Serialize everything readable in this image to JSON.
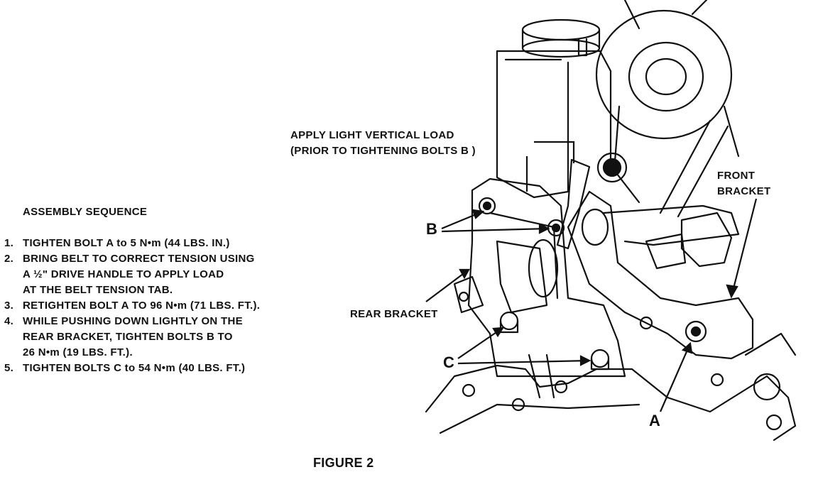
{
  "heading": "ASSEMBLY SEQUENCE",
  "steps": [
    {
      "num": "1.",
      "lines": [
        "TIGHTEN BOLT  A  to 5 N•m (44 LBS. IN.)"
      ]
    },
    {
      "num": "2.",
      "lines": [
        "BRING BELT TO CORRECT TENSION USING",
        "A ½\" DRIVE HANDLE TO APPLY LOAD",
        "AT THE BELT TENSION TAB."
      ]
    },
    {
      "num": "3.",
      "lines": [
        "RETIGHTEN BOLT  A  TO 96 N•m (71 LBS. FT.)."
      ]
    },
    {
      "num": "4.",
      "lines": [
        "WHILE PUSHING DOWN LIGHTLY ON THE",
        "REAR BRACKET, TIGHTEN BOLTS  B  TO",
        "26 N•m (19 LBS. FT.)."
      ]
    },
    {
      "num": "5.",
      "lines": [
        "TIGHTEN BOLTS  C  to 54 N•m (40 LBS. FT.)"
      ]
    }
  ],
  "callouts": {
    "load_line1": "APPLY LIGHT VERTICAL LOAD",
    "load_line2": "(PRIOR TO TIGHTENING BOLTS  B  )",
    "front_line1": "FRONT",
    "front_line2": "BRACKET",
    "rear_bracket": "REAR BRACKET",
    "bolt_a": "A",
    "bolt_b": "B",
    "bolt_c": "C"
  },
  "figure_caption": "FIGURE 2"
}
